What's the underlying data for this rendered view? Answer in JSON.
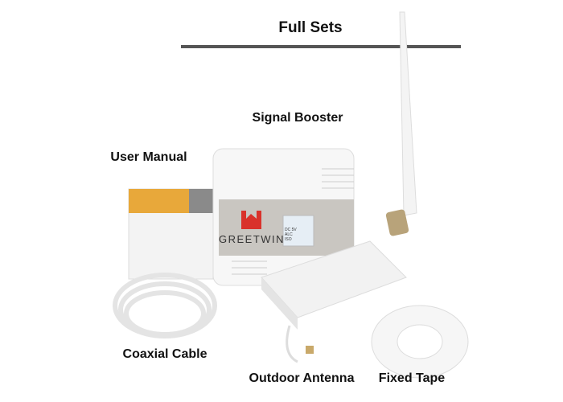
{
  "title": "Full Sets",
  "labels": {
    "signal_booster": "Signal Booster",
    "user_manual": "User Manual",
    "coaxial_cable": "Coaxial Cable",
    "outdoor_antenna": "Outdoor Antenna",
    "fixed_tape": "Fixed Tape"
  },
  "device": {
    "brand": "GREETWIN",
    "display_lines": [
      "DC 5V",
      "ALC",
      "ISO"
    ]
  },
  "colors": {
    "rule": "#555555",
    "logo": "#d9322b",
    "band": "#c9c6c1"
  }
}
